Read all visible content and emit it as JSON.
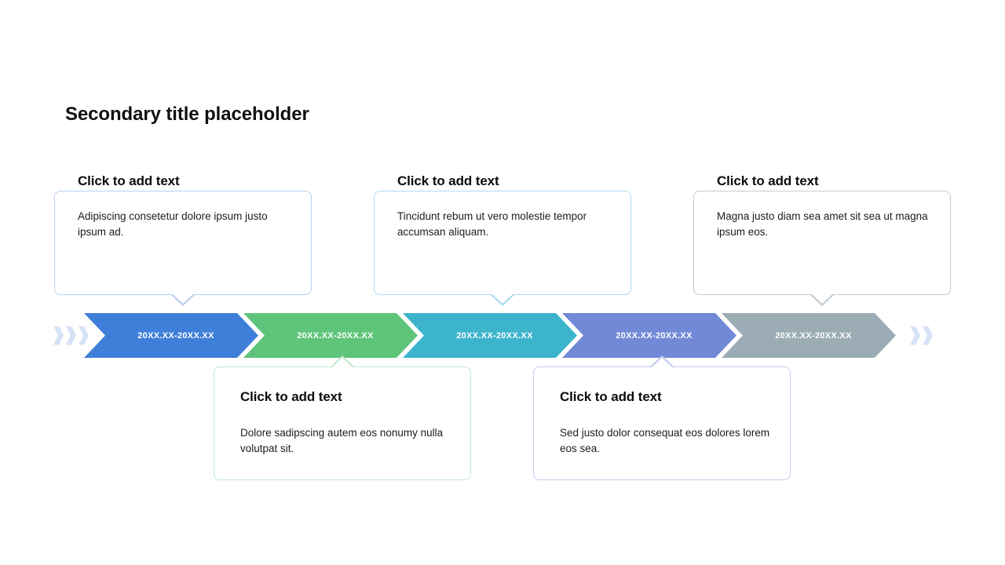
{
  "slide": {
    "title": "Secondary title placeholder",
    "background_color": "#ffffff"
  },
  "timeline": {
    "segments": [
      {
        "label": "20XX.XX-20XX.XX",
        "color": "#3f7fd9",
        "name": "segment-1"
      },
      {
        "label": "20XX.XX-20XX.XX",
        "color": "#5ec47a",
        "name": "segment-2"
      },
      {
        "label": "20XX.XX-20XX.XX",
        "color": "#3cb4cc",
        "name": "segment-3"
      },
      {
        "label": "20XX.XX-20XX.XX",
        "color": "#7189d6",
        "name": "segment-4"
      },
      {
        "label": "20XX.XX-20XX.XX",
        "color": "#9bacb4",
        "name": "segment-5"
      }
    ],
    "decoration": {
      "color": "#d6e3f7",
      "left_count": 3,
      "right_count": 2
    }
  },
  "callouts": {
    "top": [
      {
        "heading": "Click to add text",
        "body": "Adipiscing consetetur dolore ipsum justo ipsum ad.",
        "border_color": "#b9cfea"
      },
      {
        "heading": "Click to add text",
        "body": "Tincidunt rebum ut vero molestie tempor accumsan aliquam.",
        "border_color": "#a9dced"
      },
      {
        "heading": "Click to add text",
        "body": "Magna justo diam sea amet sit sea ut magna ipsum eos.",
        "border_color": "#c2ccd2"
      }
    ],
    "bottom": [
      {
        "heading": "Click to add text",
        "body": "Dolore sadipscing autem eos nonumy nulla volutpat sit.",
        "border_color": "#c3e8cd"
      },
      {
        "heading": "Click to add text",
        "body": "Sed justo dolor consequat eos dolores lorem eos sea.",
        "border_color": "#c3cdec"
      }
    ]
  }
}
